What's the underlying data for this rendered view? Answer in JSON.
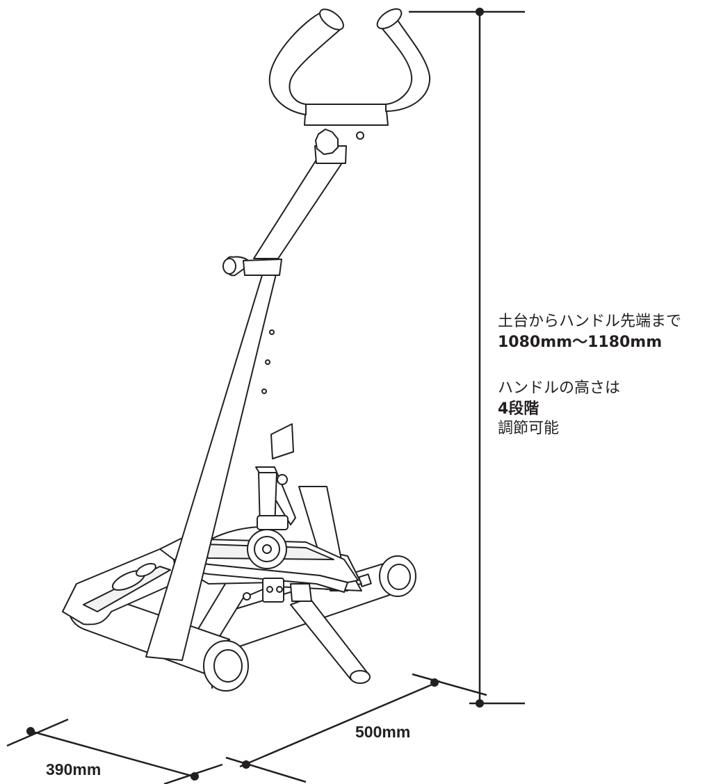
{
  "dimensions": {
    "height_caption": "土台からハンドル先端まで",
    "height_range": "1080mm〜1180mm",
    "handle_caption": "ハンドルの高さは",
    "handle_levels": "4段階",
    "handle_adjustable": "調節可能",
    "depth": "500mm",
    "width": "390mm"
  },
  "colors": {
    "line": "#231f20",
    "background": "#ffffff"
  },
  "icons": [
    "stepper-machine-drawing"
  ]
}
